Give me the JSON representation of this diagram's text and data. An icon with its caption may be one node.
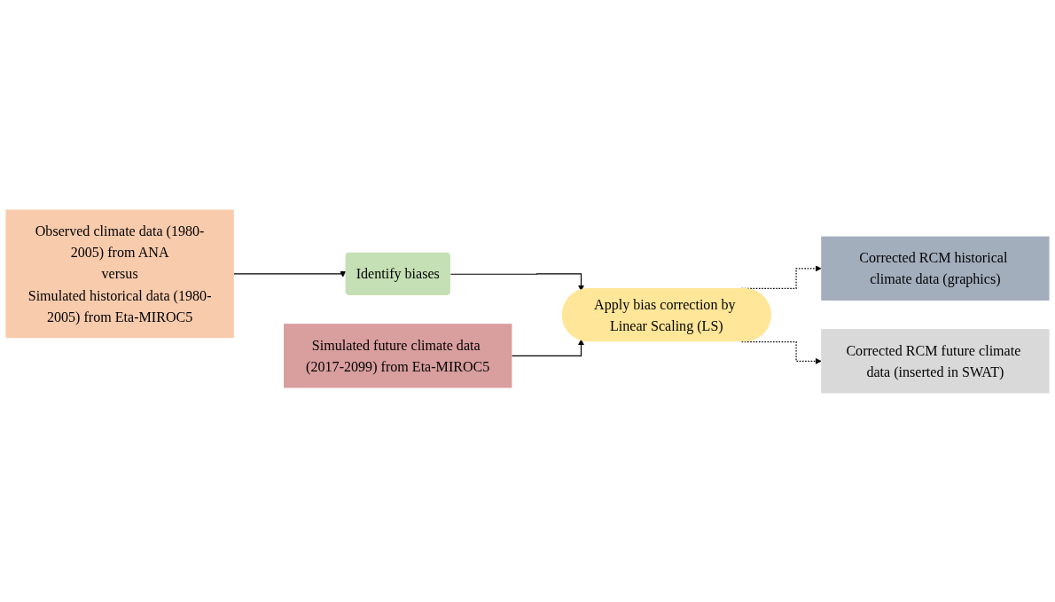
{
  "diagram": {
    "nodes": [
      {
        "text": [
          "Identify biases"
        ]
      },
      {
        "text": [
          "Observed climate data (1980-2005) from ANA",
          "versus",
          "Simulated historical data (1980-2005) from Eta-MIROC5"
        ]
      },
      {
        "text": [
          "Simulated future climate data (2017-2099) from Eta-MIROC5"
        ]
      },
      {
        "text": [
          "Apply bias correction by Linear Scaling (LS)"
        ]
      },
      {
        "text": [
          "Corrected RCM historical climate data (graphics)"
        ]
      },
      {
        "text": [
          "Corrected RCM future climate data (inserted in SWAT)"
        ]
      }
    ],
    "edges": [
      {
        "from": 1,
        "to": 0,
        "arrow": "to"
      },
      {
        "from": 0,
        "to": 3,
        "arrow": "to"
      },
      {
        "from": 2,
        "to": 3,
        "arrow": "to"
      },
      {
        "from": 3,
        "to": 4,
        "arrow": "to",
        "style": "dashed"
      },
      {
        "from": 3,
        "to": 5,
        "arrow": "to",
        "style": "dashed"
      }
    ]
  }
}
